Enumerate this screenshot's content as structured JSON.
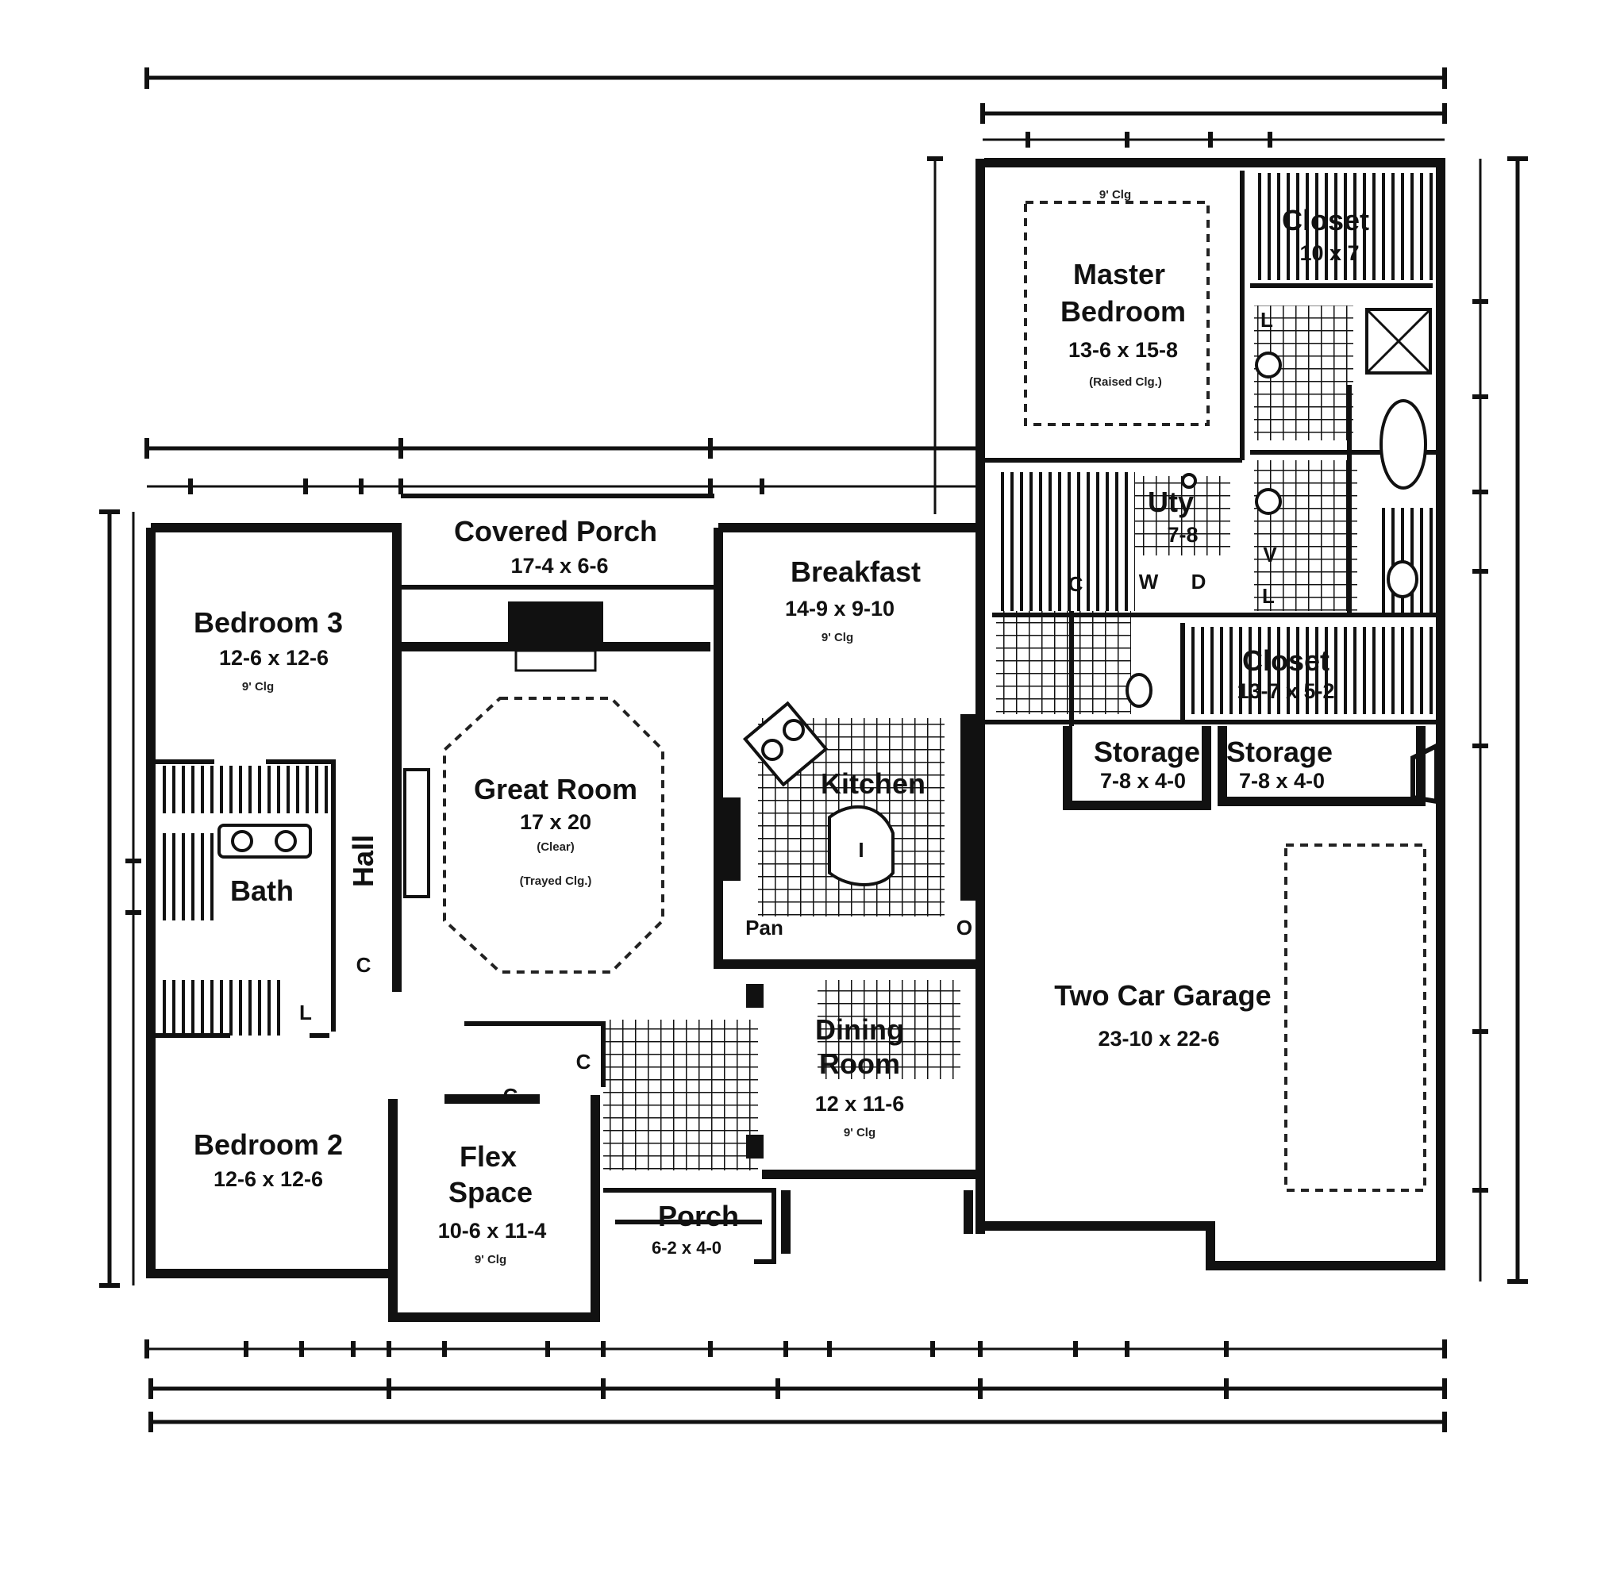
{
  "rooms": {
    "covered_porch": {
      "name": "Covered Porch",
      "size": "17-4  x  6-6"
    },
    "breakfast": {
      "name": "Breakfast",
      "size": "14-9  x  9-10",
      "note": "9' Clg"
    },
    "bedroom3": {
      "name": "Bedroom 3",
      "size": "12-6  x  12-6",
      "note": "9' Clg"
    },
    "great_room": {
      "name": "Great Room",
      "size": "17  x  20",
      "note": "(Clear)",
      "note2": "(Trayed Clg.)"
    },
    "hall": {
      "name": "Hall"
    },
    "bath": {
      "name": "Bath"
    },
    "kitchen": {
      "name": "Kitchen"
    },
    "pan": {
      "name": "Pan"
    },
    "dining": {
      "name_line1": "Dining",
      "name_line2": "Room",
      "size": "12  x  11-6",
      "note": "9' Clg"
    },
    "bedroom2": {
      "name": "Bedroom 2",
      "size": "12-6  x  12-6"
    },
    "flex": {
      "name_line1": "Flex",
      "name_line2": "Space",
      "size": "10-6  x  11-4",
      "note": "9' Clg"
    },
    "porch": {
      "name": "Porch",
      "size": "6-2  x  4-0"
    },
    "master": {
      "name_line1": "Master",
      "name_line2": "Bedroom",
      "size": "13-6  x  15-8",
      "note": "(Raised Clg.)",
      "note_top": "9' Clg"
    },
    "master_closet": {
      "name": "Closet",
      "size": "10  x  7"
    },
    "utility": {
      "name": "Uty",
      "size": "7-8"
    },
    "closet2": {
      "name": "Closet",
      "size": "13-7  x  5-2"
    },
    "storage1": {
      "name": "Storage",
      "size": "7-8  x  4-0"
    },
    "storage2": {
      "name": "Storage",
      "size": "7-8  x  4-0"
    },
    "garage": {
      "name": "Two Car Garage",
      "size": "23-10  x  22-6"
    }
  },
  "fixtures": {
    "c": "C",
    "l": "L",
    "v": "V",
    "w": "W",
    "d": "D",
    "o": "O",
    "i": "I"
  }
}
